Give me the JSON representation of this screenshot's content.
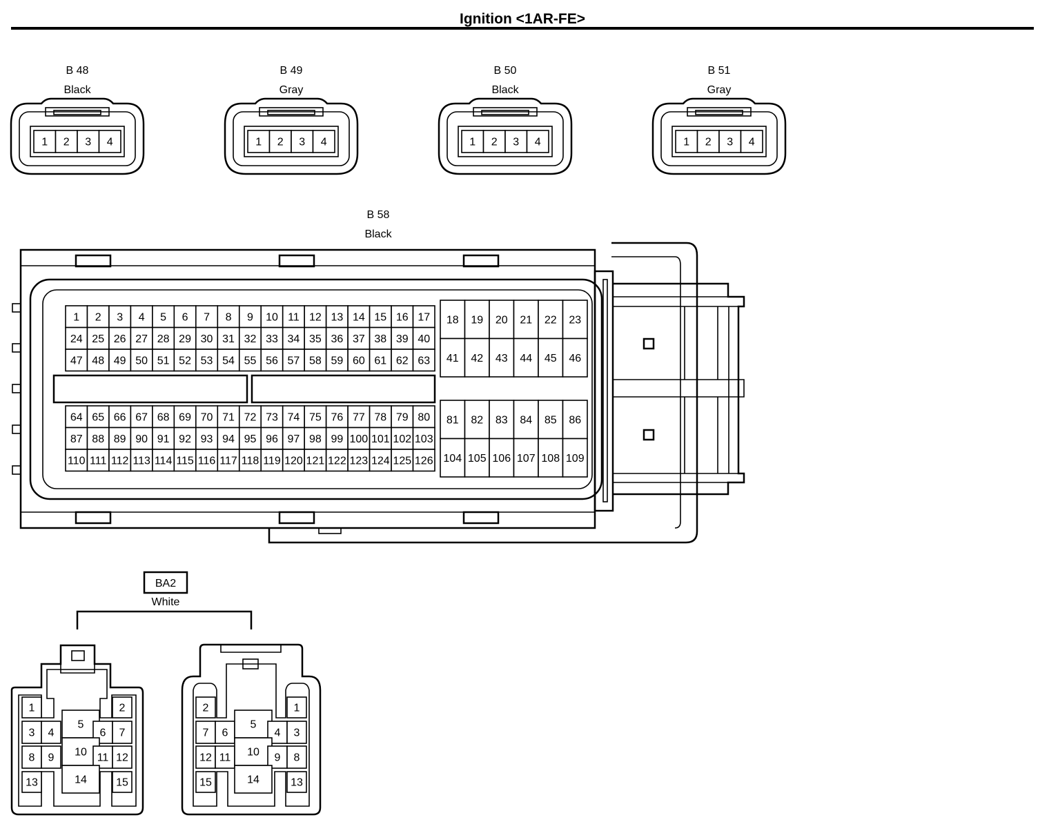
{
  "title": "Ignition <1AR-FE>",
  "small_connectors": [
    {
      "code": "B 48",
      "color": "Black",
      "pins": [
        "1",
        "2",
        "3",
        "4"
      ]
    },
    {
      "code": "B 49",
      "color": "Gray",
      "pins": [
        "1",
        "2",
        "3",
        "4"
      ]
    },
    {
      "code": "B 50",
      "color": "Black",
      "pins": [
        "1",
        "2",
        "3",
        "4"
      ]
    },
    {
      "code": "B 51",
      "color": "Gray",
      "pins": [
        "1",
        "2",
        "3",
        "4"
      ]
    }
  ],
  "ecu_connector": {
    "code": "B 58",
    "color": "Black",
    "left_upper": [
      [
        "1",
        "2",
        "3",
        "4",
        "5",
        "6",
        "7",
        "8",
        "9",
        "10",
        "11",
        "12",
        "13",
        "14",
        "15",
        "16",
        "17"
      ],
      [
        "24",
        "25",
        "26",
        "27",
        "28",
        "29",
        "30",
        "31",
        "32",
        "33",
        "34",
        "35",
        "36",
        "37",
        "38",
        "39",
        "40"
      ],
      [
        "47",
        "48",
        "49",
        "50",
        "51",
        "52",
        "53",
        "54",
        "55",
        "56",
        "57",
        "58",
        "59",
        "60",
        "61",
        "62",
        "63"
      ]
    ],
    "left_lower": [
      [
        "64",
        "65",
        "66",
        "67",
        "68",
        "69",
        "70",
        "71",
        "72",
        "73",
        "74",
        "75",
        "76",
        "77",
        "78",
        "79",
        "80"
      ],
      [
        "87",
        "88",
        "89",
        "90",
        "91",
        "92",
        "93",
        "94",
        "95",
        "96",
        "97",
        "98",
        "99",
        "100",
        "101",
        "102",
        "103"
      ],
      [
        "110",
        "111",
        "112",
        "113",
        "114",
        "115",
        "116",
        "117",
        "118",
        "119",
        "120",
        "121",
        "122",
        "123",
        "124",
        "125",
        "126"
      ]
    ],
    "right_upper": [
      [
        "18",
        "19",
        "20",
        "21",
        "22",
        "23"
      ],
      [
        "41",
        "42",
        "43",
        "44",
        "45",
        "46"
      ]
    ],
    "right_lower": [
      [
        "81",
        "82",
        "83",
        "84",
        "85",
        "86"
      ],
      [
        "104",
        "105",
        "106",
        "107",
        "108",
        "109"
      ]
    ]
  },
  "junction_connector": {
    "code": "BA2",
    "color": "White",
    "left_side": {
      "pin_1": "1",
      "pin_2": "2",
      "pin_3": "3",
      "pin_4": "4",
      "pin_5": "5",
      "pin_6": "6",
      "pin_7": "7",
      "pin_8": "8",
      "pin_9": "9",
      "pin_10": "10",
      "pin_11": "11",
      "pin_12": "12",
      "pin_13": "13",
      "pin_14": "14",
      "pin_15": "15"
    },
    "right_side": {
      "pin_1": "1",
      "pin_2": "2",
      "pin_3": "3",
      "pin_4": "4",
      "pin_5": "5",
      "pin_6": "6",
      "pin_7": "7",
      "pin_8": "8",
      "pin_9": "9",
      "pin_10": "10",
      "pin_11": "11",
      "pin_12": "12",
      "pin_13": "13",
      "pin_14": "14",
      "pin_15": "15"
    }
  }
}
